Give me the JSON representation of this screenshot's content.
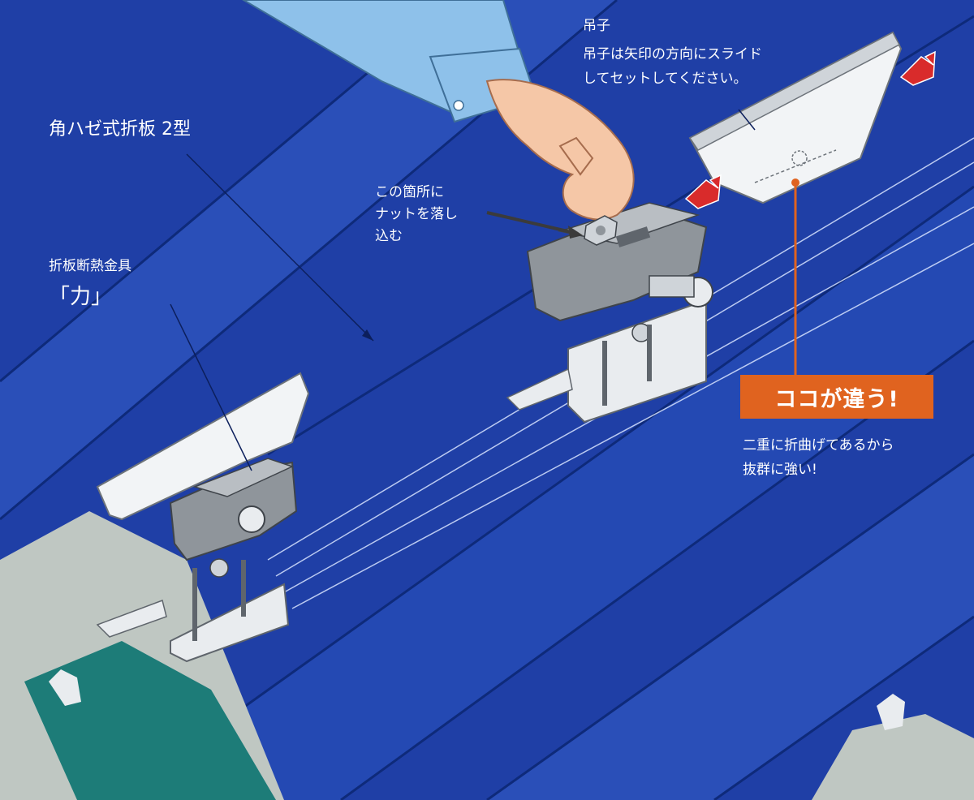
{
  "labels": {
    "roof_type": "角ハゼ式折板 2型",
    "fitting_name": "折板断熱金具",
    "fitting_brand": "「力」",
    "nut_instruction": [
      "この箇所に",
      "ナットを落し",
      "込む"
    ],
    "hanger_title": "吊子",
    "hanger_instruction": [
      "吊子は矢印の方向にスライド",
      "してセットしてください。"
    ],
    "callout": "ココが違う!",
    "benefit": [
      "二重に折曲げてあるから",
      "抜群に強い!"
    ]
  },
  "colors": {
    "roof_blue": "#1f3fa6",
    "roof_light": "#2c58c4",
    "insulation": "#bfc7c2",
    "teal_layer": "#1d7c78",
    "sleeve": "#8ec1ea",
    "skin": "#f5c7a7",
    "metal_light": "#e9ecef",
    "metal_dark": "#8f959b",
    "callout": "#e0631f",
    "arrow_red": "#d92b2b",
    "leader": "#e0631f"
  }
}
